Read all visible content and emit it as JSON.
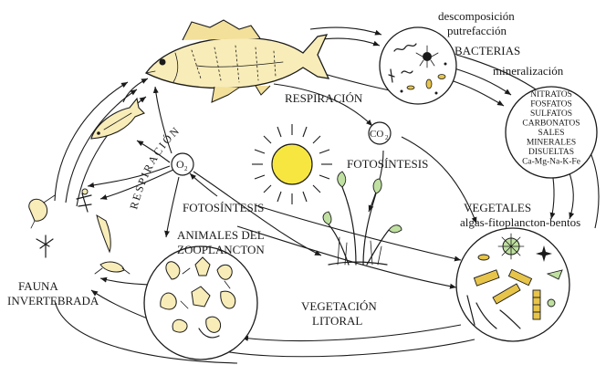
{
  "labels": {
    "descomposicion": "descomposición",
    "putrefaccion": "putrefacción",
    "bacterias": "BACTERIAS",
    "mineralizacion": "mineralización",
    "respiracion_top": "RESPIRACIÓN",
    "co2": "CO",
    "co2_sub": "2",
    "o2": "O",
    "o2_sub": "2",
    "respiracion_arc": "RESPIRACIÓN",
    "respiracion_arc2": "RESPIRA",
    "fotosintesis_right": "FOTOSÍNTESIS",
    "fotosintesis_left": "FOTOSÍNTESIS",
    "vegetales": "VEGETALES",
    "algas": "algas-fitoplancton-bentos",
    "animales": "ANIMALES DEL",
    "zooplancton": "ZOOPLANCTON",
    "fauna": "FAUNA",
    "invertebrada": "INVERTEBRADA",
    "vegetacion": "VEGETACIÓN",
    "litoral": "LITORAL"
  },
  "nutrients": [
    "NITRATOS",
    "FOSFATOS",
    "SULFATOS",
    "CARBONATOS",
    "SALES",
    "MINERALES",
    "DISUELTAS",
    "Ca-Mg-Na-K-Fe"
  ],
  "icons": {
    "sun": "sun-icon",
    "large_fish": "perch-fish-icon",
    "small_fish": "small-fish-icon",
    "bacteria_circle": "bacteria-circle-icon",
    "nutrient_circle": "nutrient-circle-icon",
    "phytoplankton_circle": "phytoplankton-circle-icon",
    "zooplankton_circle": "zooplankton-circle-icon",
    "littoral_plant": "aquatic-plant-icon",
    "invertebrates": "invertebrate-icons"
  }
}
